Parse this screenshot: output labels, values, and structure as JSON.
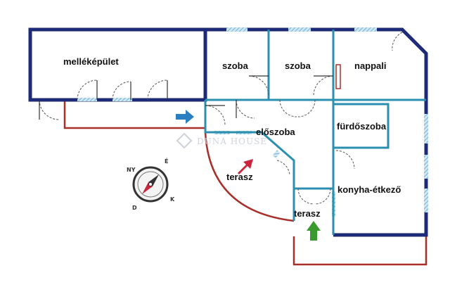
{
  "plan": {
    "rooms": {
      "annex": "melléképület",
      "room_1": "szoba",
      "room_2": "szoba",
      "living_room": "nappali",
      "hall": "előszoba",
      "bathroom": "fürdőszoba",
      "terrace_1": "terasz",
      "terrace_2": "terasz",
      "kitchen_dining": "konyha-étkező"
    },
    "watermark": "DUNA HOUSE",
    "compass_letters": {
      "n": "É",
      "s": "D",
      "e": "K",
      "w": "NY"
    },
    "colors": {
      "exterior_wall": "#1d2a78",
      "interior_wall": "#2b8fb0",
      "terrace_outline": "#a8302b",
      "entry_arrow": "#2a7fc0",
      "terrace_arrow": "#c9253b",
      "terrace_arrow_2": "#3a9a2e"
    }
  }
}
